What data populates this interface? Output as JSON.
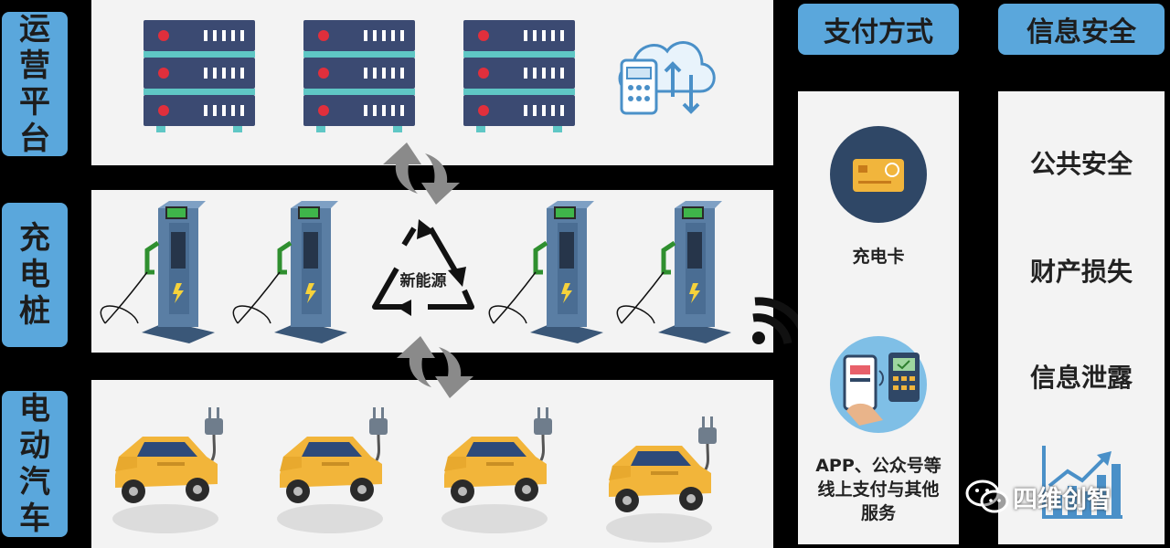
{
  "rows": [
    {
      "label_chars": [
        "运",
        "营",
        "平",
        "台"
      ]
    },
    {
      "label_chars": [
        "充",
        "电",
        "桩"
      ]
    },
    {
      "label_chars": [
        "电",
        "动",
        "汽",
        "车"
      ]
    }
  ],
  "center_label": "新能源",
  "payment": {
    "title": "支付方式",
    "card_label": "充电卡",
    "app_label_lines": [
      "APP、公众号等",
      "线上支付与其他",
      "服务"
    ]
  },
  "security": {
    "title": "信息安全",
    "items": [
      "公共安全",
      "财产损失",
      "信息泄露"
    ]
  },
  "watermark": "四维创智",
  "colors": {
    "accent_blue": "#5aa7dc",
    "panel_bg": "#f3f3f3",
    "server_navy": "#3b4a72",
    "server_teal": "#5fc7c5",
    "car_yellow": "#f2b53a",
    "charger_blue": "#4d6f96",
    "arrow_gray": "#8a8a8a"
  },
  "icons": [
    "server-rack-icon",
    "cloud-sync-icon",
    "charging-station-icon",
    "recycle-triangle-icon",
    "sync-arrows-icon",
    "electric-car-icon",
    "wifi-signal-icon",
    "card-icon",
    "phone-pay-icon",
    "growth-chart-icon",
    "wechat-icon"
  ]
}
